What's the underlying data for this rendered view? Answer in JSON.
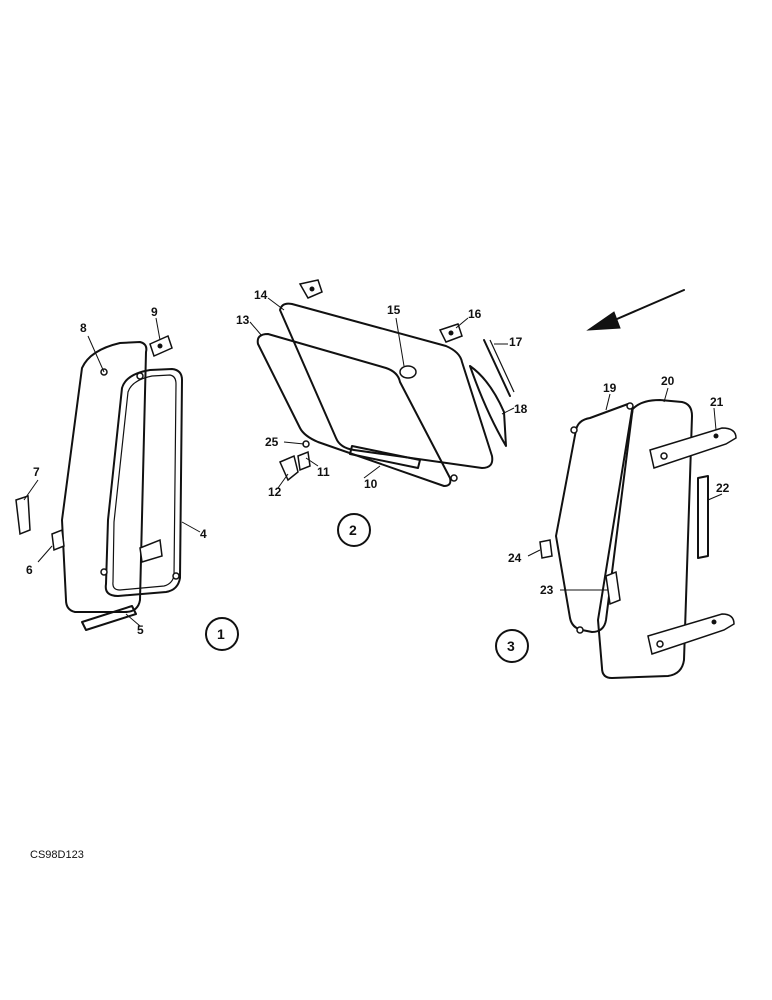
{
  "callouts": {
    "c4": "4",
    "c5": "5",
    "c6": "6",
    "c7": "7",
    "c8": "8",
    "c9": "9",
    "c10": "10",
    "c11": "11",
    "c12": "12",
    "c13": "13",
    "c14": "14",
    "c15": "15",
    "c16": "16",
    "c17": "17",
    "c18": "18",
    "c19": "19",
    "c20": "20",
    "c21": "21",
    "c22": "22",
    "c23": "23",
    "c24": "24",
    "c25": "25"
  },
  "views": {
    "v1": "1",
    "v2": "2",
    "v3": "3"
  },
  "drawing_code": "CS98D123"
}
